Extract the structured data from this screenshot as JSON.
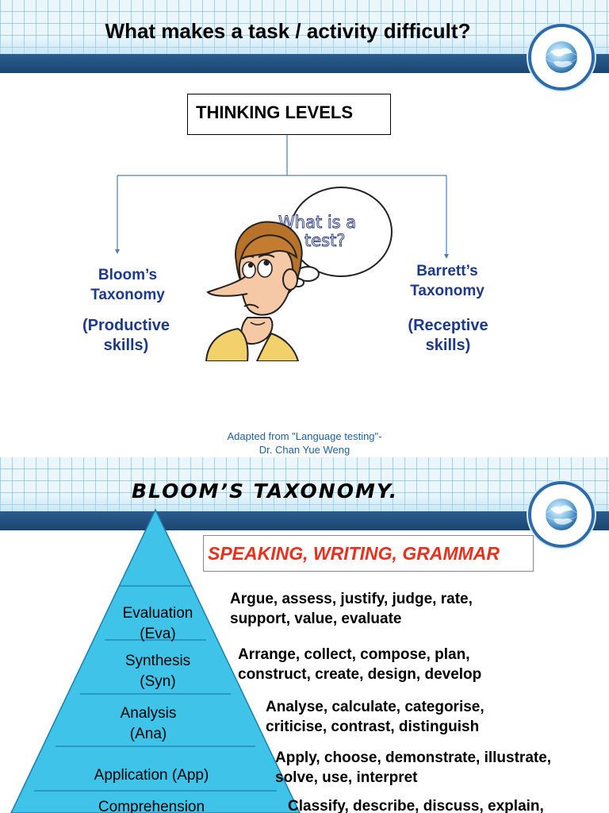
{
  "slide1": {
    "title": "What makes a task / activity difficult?",
    "thinking_levels": "THINKING LEVELS",
    "thought_bubble": "What is a test?",
    "bloom": {
      "name_line1": "Bloom’s",
      "name_line2": "Taxonomy",
      "skills_line1": "(Productive",
      "skills_line2": "skills)"
    },
    "barrett": {
      "name_line1": "Barrett’s",
      "name_line2": "Taxonomy",
      "skills_line1": "(Receptive",
      "skills_line2": "skills)"
    },
    "credit_line1": "Adapted from \"Language testing\"-",
    "credit_line2": "Dr. Chan Yue Weng"
  },
  "slide2": {
    "title": "BLOOM’S TAXONOMY.",
    "skills_heading": "SPEAKING, WRITING, GRAMMAR",
    "levels": [
      {
        "line1": "Evaluation",
        "line2": "(Eva)",
        "verbs_line1": "Argue, assess, justify, judge, rate,",
        "verbs_line2": "support, value, evaluate"
      },
      {
        "line1": "Synthesis",
        "line2": "(Syn)",
        "verbs_line1": "Arrange, collect, compose, plan,",
        "verbs_line2": "construct, create, design, develop"
      },
      {
        "line1": "Analysis",
        "line2": "(Ana)",
        "verbs_line1": "Analyse, calculate, categorise,",
        "verbs_line2": "criticise, contrast, distinguish"
      },
      {
        "line1": "Application (App)",
        "line2": "",
        "verbs_line1": "Apply, choose, demonstrate, illustrate,",
        "verbs_line2": "solve, use, interpret"
      },
      {
        "line1": "Comprehension",
        "line2": "",
        "verbs_line1": "Classify, describe, discuss, explain,",
        "verbs_line2": ""
      }
    ]
  },
  "colors": {
    "navy_bar": "#1c4470",
    "taxonomy_text": "#1d3a8a",
    "pyramid_fill": "#3fc3e8",
    "skills_heading": "#e8301c"
  },
  "icons": [
    "globe-icon",
    "thinking-man-illustration",
    "thought-bubble"
  ]
}
